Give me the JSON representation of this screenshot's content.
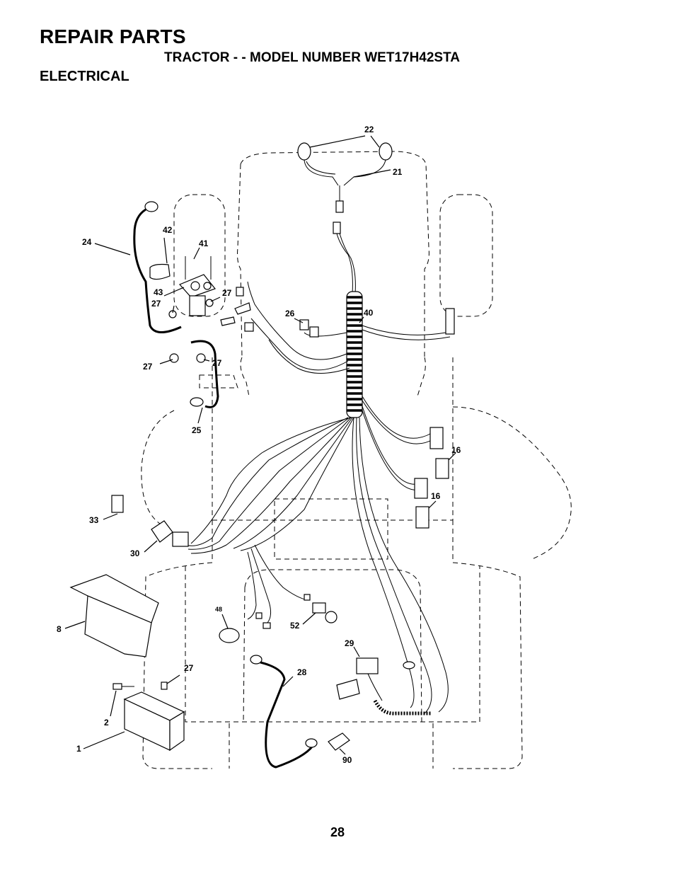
{
  "header": {
    "title": "REPAIR PARTS",
    "subtitle": "TRACTOR - - MODEL NUMBER WET17H42STA",
    "section": "ELECTRICAL"
  },
  "callouts": [
    {
      "id": "c22",
      "label": "22"
    },
    {
      "id": "c21",
      "label": "21"
    },
    {
      "id": "c24",
      "label": "24"
    },
    {
      "id": "c42",
      "label": "42"
    },
    {
      "id": "c41",
      "label": "41"
    },
    {
      "id": "c43",
      "label": "43"
    },
    {
      "id": "c27a",
      "label": "27"
    },
    {
      "id": "c27b",
      "label": "27"
    },
    {
      "id": "c26",
      "label": "26"
    },
    {
      "id": "c40",
      "label": "40"
    },
    {
      "id": "c27c",
      "label": "27"
    },
    {
      "id": "c27d",
      "label": "27"
    },
    {
      "id": "c25",
      "label": "25"
    },
    {
      "id": "c16a",
      "label": "16"
    },
    {
      "id": "c16b",
      "label": "16"
    },
    {
      "id": "c33",
      "label": "33"
    },
    {
      "id": "c30",
      "label": "30"
    },
    {
      "id": "c8",
      "label": "8"
    },
    {
      "id": "c48",
      "label": "48"
    },
    {
      "id": "c52",
      "label": "52"
    },
    {
      "id": "c29",
      "label": "29"
    },
    {
      "id": "c27e",
      "label": "27"
    },
    {
      "id": "c28",
      "label": "28"
    },
    {
      "id": "c2",
      "label": "2"
    },
    {
      "id": "c1",
      "label": "1"
    },
    {
      "id": "c90",
      "label": "90"
    }
  ],
  "footer": {
    "page_number": "28"
  }
}
